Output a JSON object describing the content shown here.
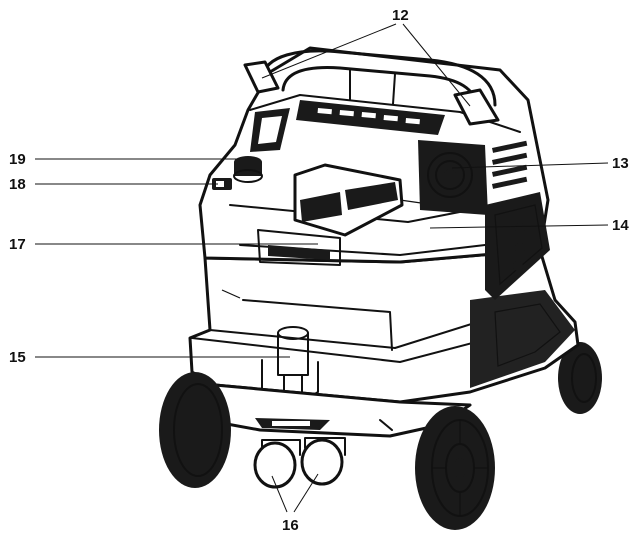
{
  "callouts": [
    {
      "id": "12",
      "label": "12"
    },
    {
      "id": "13",
      "label": "13"
    },
    {
      "id": "14",
      "label": "14"
    },
    {
      "id": "15",
      "label": "15"
    },
    {
      "id": "16",
      "label": "16"
    },
    {
      "id": "17",
      "label": "17"
    },
    {
      "id": "18",
      "label": "18"
    },
    {
      "id": "19",
      "label": "19"
    }
  ],
  "colors": {
    "body_fill": "#ffffff",
    "ink": "#111111",
    "shadow": "#222222"
  }
}
